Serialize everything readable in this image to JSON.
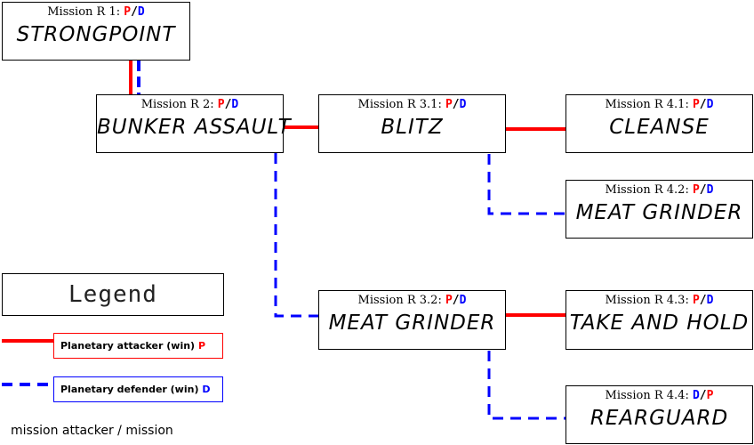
{
  "colors": {
    "attacker": "#ff0000",
    "defender": "#0000ff"
  },
  "missions": {
    "r1": {
      "header": "Mission R 1:",
      "first": "P",
      "sep": "/",
      "second": "D",
      "name": "STRONGPOINT"
    },
    "r2": {
      "header": "Mission R 2:",
      "first": "P",
      "sep": "/",
      "second": "D",
      "name": "BUNKER ASSAULT"
    },
    "r31": {
      "header": "Mission R 3.1:",
      "first": "P",
      "sep": "/",
      "second": "D",
      "name": "BLITZ"
    },
    "r32": {
      "header": "Mission R 3.2:",
      "first": "P",
      "sep": "/",
      "second": "D",
      "name": "MEAT GRINDER"
    },
    "r41": {
      "header": "Mission R 4.1:",
      "first": "P",
      "sep": "/",
      "second": "D",
      "name": "CLEANSE"
    },
    "r42": {
      "header": "Mission R 4.2:",
      "first": "P",
      "sep": "/",
      "second": "D",
      "name": "MEAT GRINDER"
    },
    "r43": {
      "header": "Mission R 4.3:",
      "first": "P",
      "sep": "/",
      "second": "D",
      "name": "TAKE AND HOLD"
    },
    "r44": {
      "header": "Mission R 4.4:",
      "first": "D",
      "sep": "/",
      "second": "P",
      "name": "REARGUARD"
    }
  },
  "legend": {
    "title": "Legend",
    "attacker_label": "Planetary attacker (win)",
    "attacker_letter": "P",
    "defender_label": "Planetary defender (win)",
    "defender_letter": "D"
  },
  "footer_note": "mission attacker / mission"
}
